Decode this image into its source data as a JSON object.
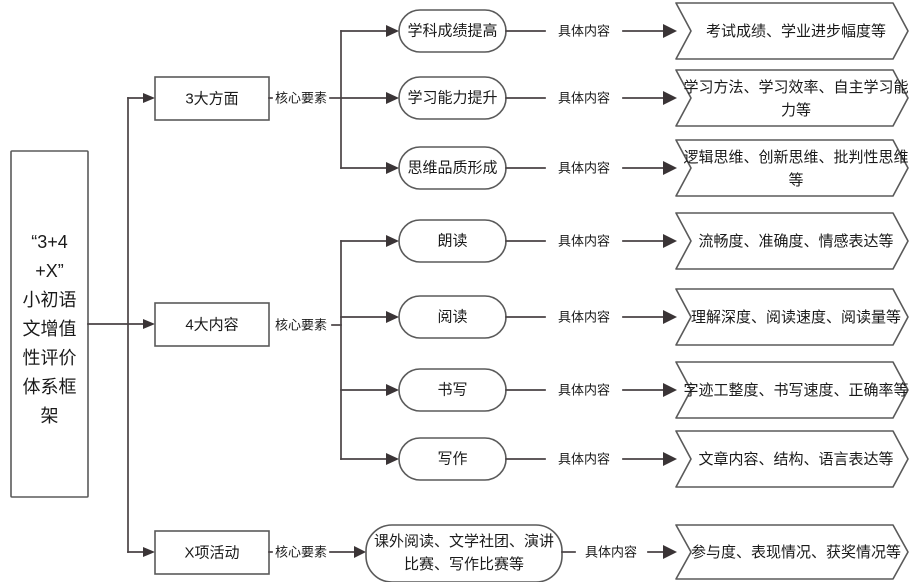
{
  "diagram": {
    "title_node": {
      "text": "“3+4+X”小初语文增值性评价体系框架",
      "lines": [
        "“3+4",
        "+X”",
        "小初语",
        "文增值",
        "性评价",
        "体系框",
        "架"
      ]
    },
    "edge_labels": {
      "core_elements": "核心要素",
      "specific_content": "具体内容"
    },
    "branches": [
      {
        "id": "three-aspects",
        "label": "3大方面",
        "children": [
          {
            "label": "学科成绩提高",
            "detail_lines": [
              "考试成绩、学业进步幅度等"
            ]
          },
          {
            "label": "学习能力提升",
            "detail_lines": [
              "学习方法、学习效率、自主学习能",
              "力等"
            ]
          },
          {
            "label": "思维品质形成",
            "detail_lines": [
              "逻辑思维、创新思维、批判性思维",
              "等"
            ]
          }
        ]
      },
      {
        "id": "four-contents",
        "label": "4大内容",
        "children": [
          {
            "label": "朗读",
            "detail_lines": [
              "流畅度、准确度、情感表达等"
            ]
          },
          {
            "label": "阅读",
            "detail_lines": [
              "理解深度、阅读速度、阅读量等"
            ]
          },
          {
            "label": "书写",
            "detail_lines": [
              "字迹工整度、书写速度、正确率等"
            ]
          },
          {
            "label": "写作",
            "detail_lines": [
              "文章内容、结构、语言表达等"
            ]
          }
        ]
      },
      {
        "id": "x-activities",
        "label": "X项活动",
        "children": [
          {
            "label_lines": [
              "课外阅读、文学社团、演讲",
              "比赛、写作比赛等"
            ],
            "detail_lines": [
              "参与度、表现情况、获奖情况等"
            ]
          }
        ]
      }
    ],
    "colors": {
      "shape_stroke": "#5a5a5a",
      "connector": "#4a4345",
      "text": "#1a1a1a",
      "background": "#ffffff"
    }
  }
}
